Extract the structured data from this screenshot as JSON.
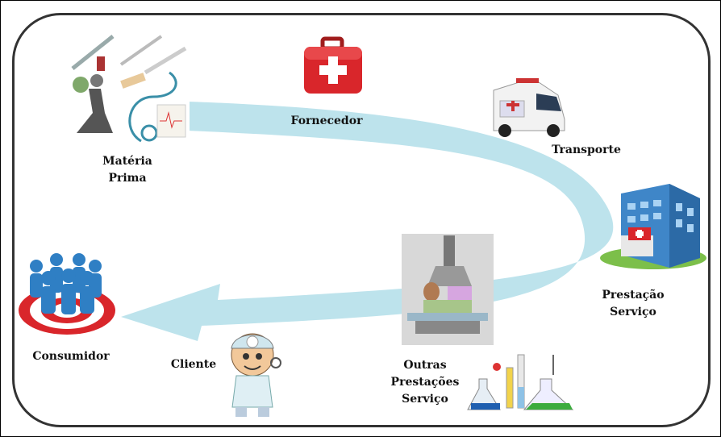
{
  "labels": {
    "materia": [
      "Matéria",
      "Prima"
    ],
    "fornecedor": "Fornecedor",
    "transporte": "Transporte",
    "prestacao": [
      "Prestação",
      "Serviço"
    ],
    "outras": [
      "Outras",
      "Prestações",
      "Serviço"
    ],
    "cliente": "Cliente",
    "consumidor": "Consumidor"
  },
  "colors": {
    "flow": "#bde3ec",
    "border": "#333333",
    "red": "#d9262b"
  },
  "icons": [
    "medical-supplies-icon",
    "first-aid-kit-icon",
    "ambulance-icon",
    "hospital-building-icon",
    "imaging-machine-icon",
    "lab-flasks-icon",
    "doctor-cartoon-icon",
    "consumers-target-icon"
  ]
}
